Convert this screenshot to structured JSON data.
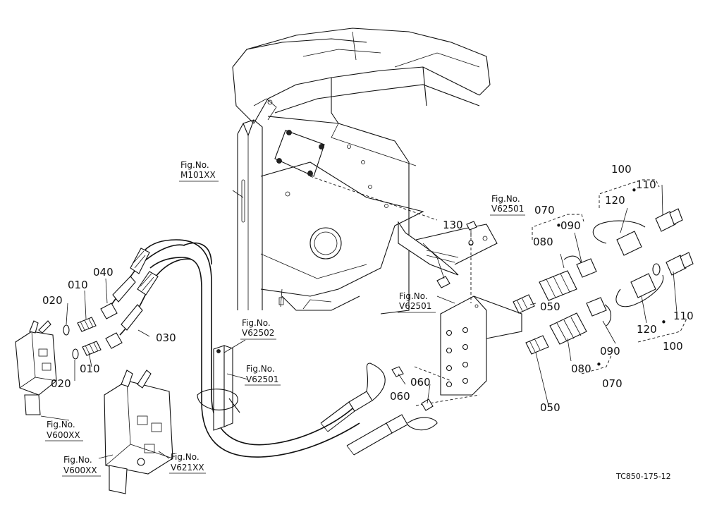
{
  "callouts": {
    "c010a": "010",
    "c010b": "010",
    "c020a": "020",
    "c020b": "020",
    "c030": "030",
    "c040": "040",
    "c050a": "050",
    "c050b": "050",
    "c060a": "060",
    "c060b": "060",
    "c070a": "070",
    "c070b": "070",
    "c080a": "080",
    "c080b": "080",
    "c090a": "090",
    "c090b": "090",
    "c100a": "100",
    "c100b": "100",
    "c110a": "110",
    "c110b": "110",
    "c120a": "120",
    "c120b": "120",
    "c130": "130",
    "dot": "•"
  },
  "fig_refs": {
    "fig_label": "Fig.No.",
    "m101xx": "M101XX",
    "v62502": "V62502",
    "v62501_a": "V62501",
    "v62501_b": "V62501",
    "v62501_c": "V62501",
    "v600xx_a": "V600XX",
    "v600xx_b": "V600XX",
    "v621xx": "V621XX"
  },
  "drawing_code": "TC850-175-12"
}
